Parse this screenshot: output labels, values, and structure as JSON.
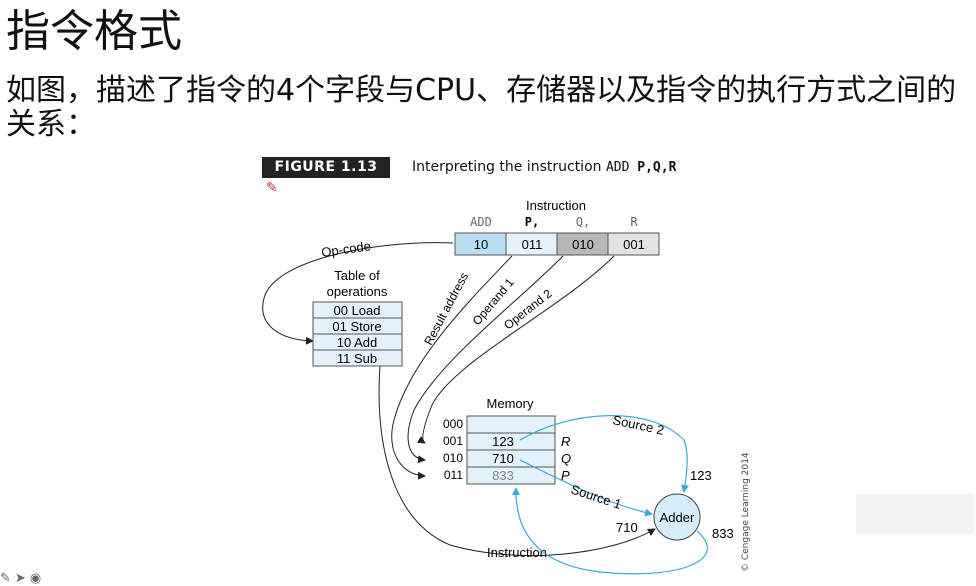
{
  "slide": {
    "title": "指令格式",
    "description": "如图，描述了指令的4个字段与CPU、存储器以及指令的执行方式之间的关系："
  },
  "figure": {
    "label": "FIGURE 1.13",
    "caption_text": "Interpreting the instruction ",
    "caption_op": "ADD ",
    "caption_args": "P,Q,R"
  },
  "instruction": {
    "title": "Instruction",
    "field_labels": [
      "ADD",
      "P,",
      "Q,",
      "R"
    ],
    "field_values": [
      "10",
      "011",
      "010",
      "001"
    ],
    "field_colors": [
      "#b9dff4",
      "#e3f2fb",
      "#b8b8b8",
      "#e3e3e3"
    ]
  },
  "operations": {
    "title_line1": "Table of",
    "title_line2": "operations",
    "rows": [
      "00 Load",
      "01 Store",
      "10 Add",
      "11 Sub"
    ]
  },
  "memory": {
    "title": "Memory",
    "addresses": [
      "000",
      "001",
      "010",
      "011"
    ],
    "values": [
      "",
      "123",
      "710",
      "833"
    ],
    "names": [
      "",
      "R",
      "Q",
      "P"
    ]
  },
  "labels": {
    "op_code": "Op-code",
    "result_address": "Result address",
    "operand1": "Operand 1",
    "operand2": "Operand 2",
    "source1": "Source 1",
    "source2": "Source 2",
    "instruction_path": "Instruction",
    "adder": "Adder",
    "adder_in_top": "123",
    "adder_in_left": "710",
    "adder_out": "833"
  },
  "copyright": "© Cengage Learning 2014",
  "colors": {
    "accent_blue": "#3aaad8",
    "cell_blue": "#e3f2fb"
  },
  "icons": [
    "pen-icon",
    "pointer-icon",
    "settings-icon"
  ]
}
